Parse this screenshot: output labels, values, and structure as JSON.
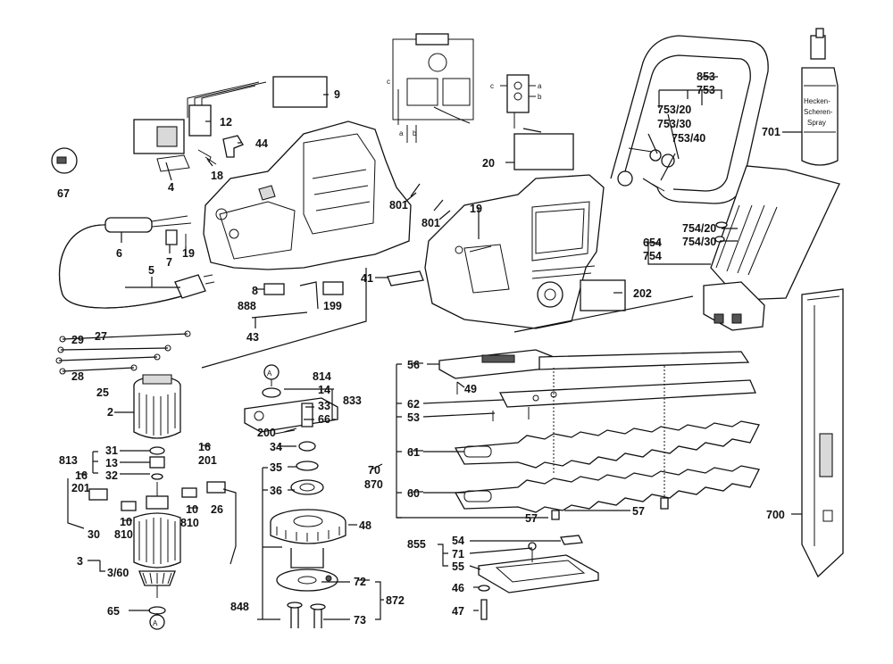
{
  "labels": {
    "l9": "9",
    "l12": "12",
    "l44": "44",
    "l18": "18",
    "l4": "4",
    "l67": "67",
    "l801a": "801",
    "l801b": "801",
    "l6": "6",
    "l7": "7",
    "l19a": "19",
    "l19b": "19",
    "l5": "5",
    "l8": "8",
    "l888": "888",
    "l199": "199",
    "l43": "43",
    "l41": "41",
    "l20": "20",
    "l202": "202",
    "l853": "853",
    "l753": "753",
    "l75320": "753/20",
    "l75330": "753/30",
    "l75340": "753/40",
    "l701": "701",
    "l75420": "754/20",
    "l75430": "754/30",
    "l654": "654",
    "l754": "754",
    "l29": "29",
    "l27": "27",
    "l28": "28",
    "l25": "25",
    "l2": "2",
    "l813": "813",
    "l31": "31",
    "l13": "13",
    "l16a": "16",
    "l32": "32",
    "l201a": "201",
    "l16b": "16",
    "l201b": "201",
    "l30": "30",
    "l10a": "10",
    "l810a": "810",
    "l10b": "10",
    "l810b": "810",
    "l26": "26",
    "l3": "3",
    "l360": "3/60",
    "l65": "65",
    "lAtop": "A",
    "lAbot": "A",
    "l814": "814",
    "l14": "14",
    "l833": "833",
    "l33": "33",
    "l66": "66",
    "l200": "200",
    "l34": "34",
    "l35": "35",
    "l36": "36",
    "l48": "48",
    "l848": "848",
    "l72": "72",
    "l872": "872",
    "l73": "73",
    "l56": "56",
    "l49": "49",
    "l62": "62",
    "l53": "53",
    "l61": "61",
    "l70": "70",
    "l870": "870",
    "l60": "60",
    "l57a": "57",
    "l57b": "57",
    "l855": "855",
    "l54": "54",
    "l71": "71",
    "l55": "55",
    "l46": "46",
    "l47": "47",
    "l700": "700"
  },
  "spray_label": {
    "line1": "Hecken-",
    "line2": "Scheren-",
    "line3": "Spray"
  },
  "wiring_labels": {
    "a": "a",
    "b": "b",
    "c": "c",
    "a2": "a",
    "b2": "b",
    "c2": "c"
  }
}
